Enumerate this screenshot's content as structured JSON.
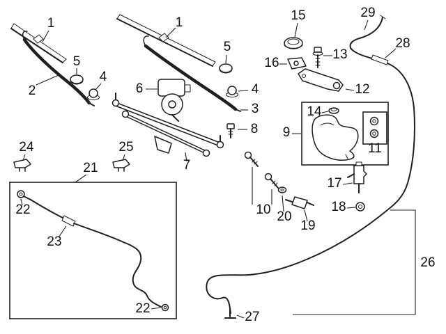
{
  "figure": {
    "kind": "exploded-parts-line-diagram",
    "background_color": "#ffffff",
    "line_color": "#1f1f1f",
    "text_color": "#111111"
  },
  "callouts": [
    {
      "label": "1"
    },
    {
      "label": "2"
    },
    {
      "label": "5"
    },
    {
      "label": "4"
    },
    {
      "label": "1"
    },
    {
      "label": "5"
    },
    {
      "label": "4"
    },
    {
      "label": "3"
    },
    {
      "label": "6"
    },
    {
      "label": "7"
    },
    {
      "label": "8"
    },
    {
      "label": "15"
    },
    {
      "label": "16"
    },
    {
      "label": "13"
    },
    {
      "label": "12"
    },
    {
      "label": "29"
    },
    {
      "label": "28"
    },
    {
      "label": "9"
    },
    {
      "label": "14"
    },
    {
      "label": "11"
    },
    {
      "label": "17"
    },
    {
      "label": "18"
    },
    {
      "label": "19"
    },
    {
      "label": "20"
    },
    {
      "label": "10"
    },
    {
      "label": "24"
    },
    {
      "label": "25"
    },
    {
      "label": "21"
    },
    {
      "label": "22"
    },
    {
      "label": "23"
    },
    {
      "label": "22"
    },
    {
      "label": "26"
    },
    {
      "label": "27"
    }
  ]
}
